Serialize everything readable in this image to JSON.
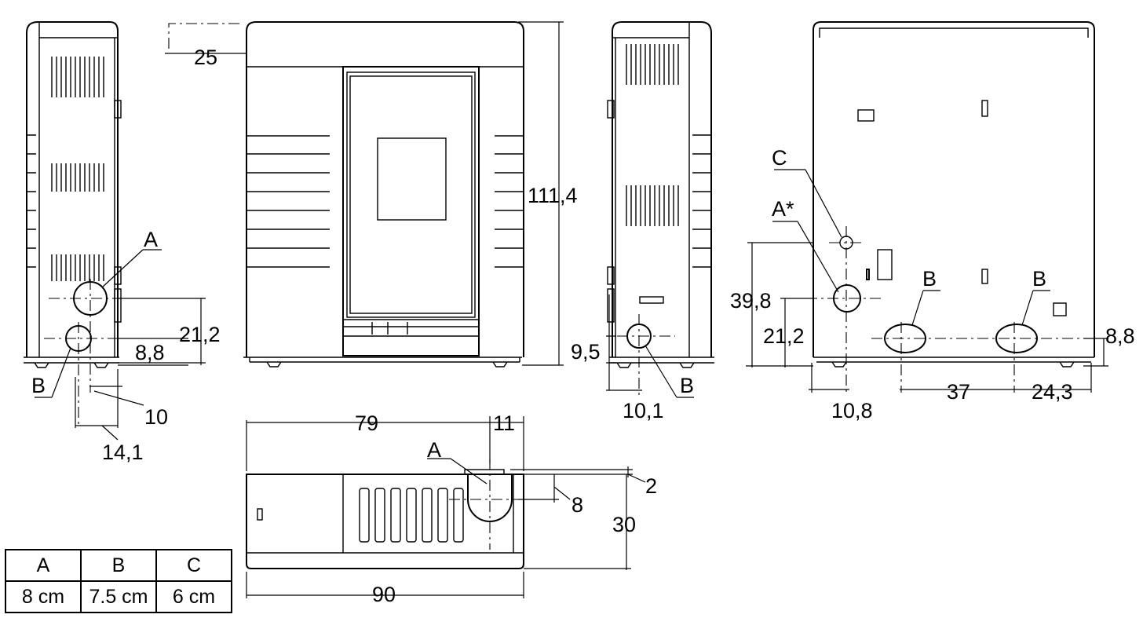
{
  "labels": {
    "a": "A",
    "b": "B",
    "c": "C",
    "a_star": "A*"
  },
  "dimensions": {
    "d25": "25",
    "d111_4": "111,4",
    "d21_2": "21,2",
    "d8_8": "8,8",
    "d10": "10",
    "d14_1": "14,1",
    "d9_5": "9,5",
    "d10_1": "10,1",
    "d39_8": "39,8",
    "d10_8": "10,8",
    "d37": "37",
    "d24_3": "24,3",
    "d79": "79",
    "d11": "11",
    "d2": "2",
    "d8": "8",
    "d30": "30",
    "d90": "90"
  },
  "legend": {
    "headers": [
      "A",
      "B",
      "C"
    ],
    "values": [
      "8 cm",
      "7.5 cm",
      "6 cm"
    ]
  }
}
